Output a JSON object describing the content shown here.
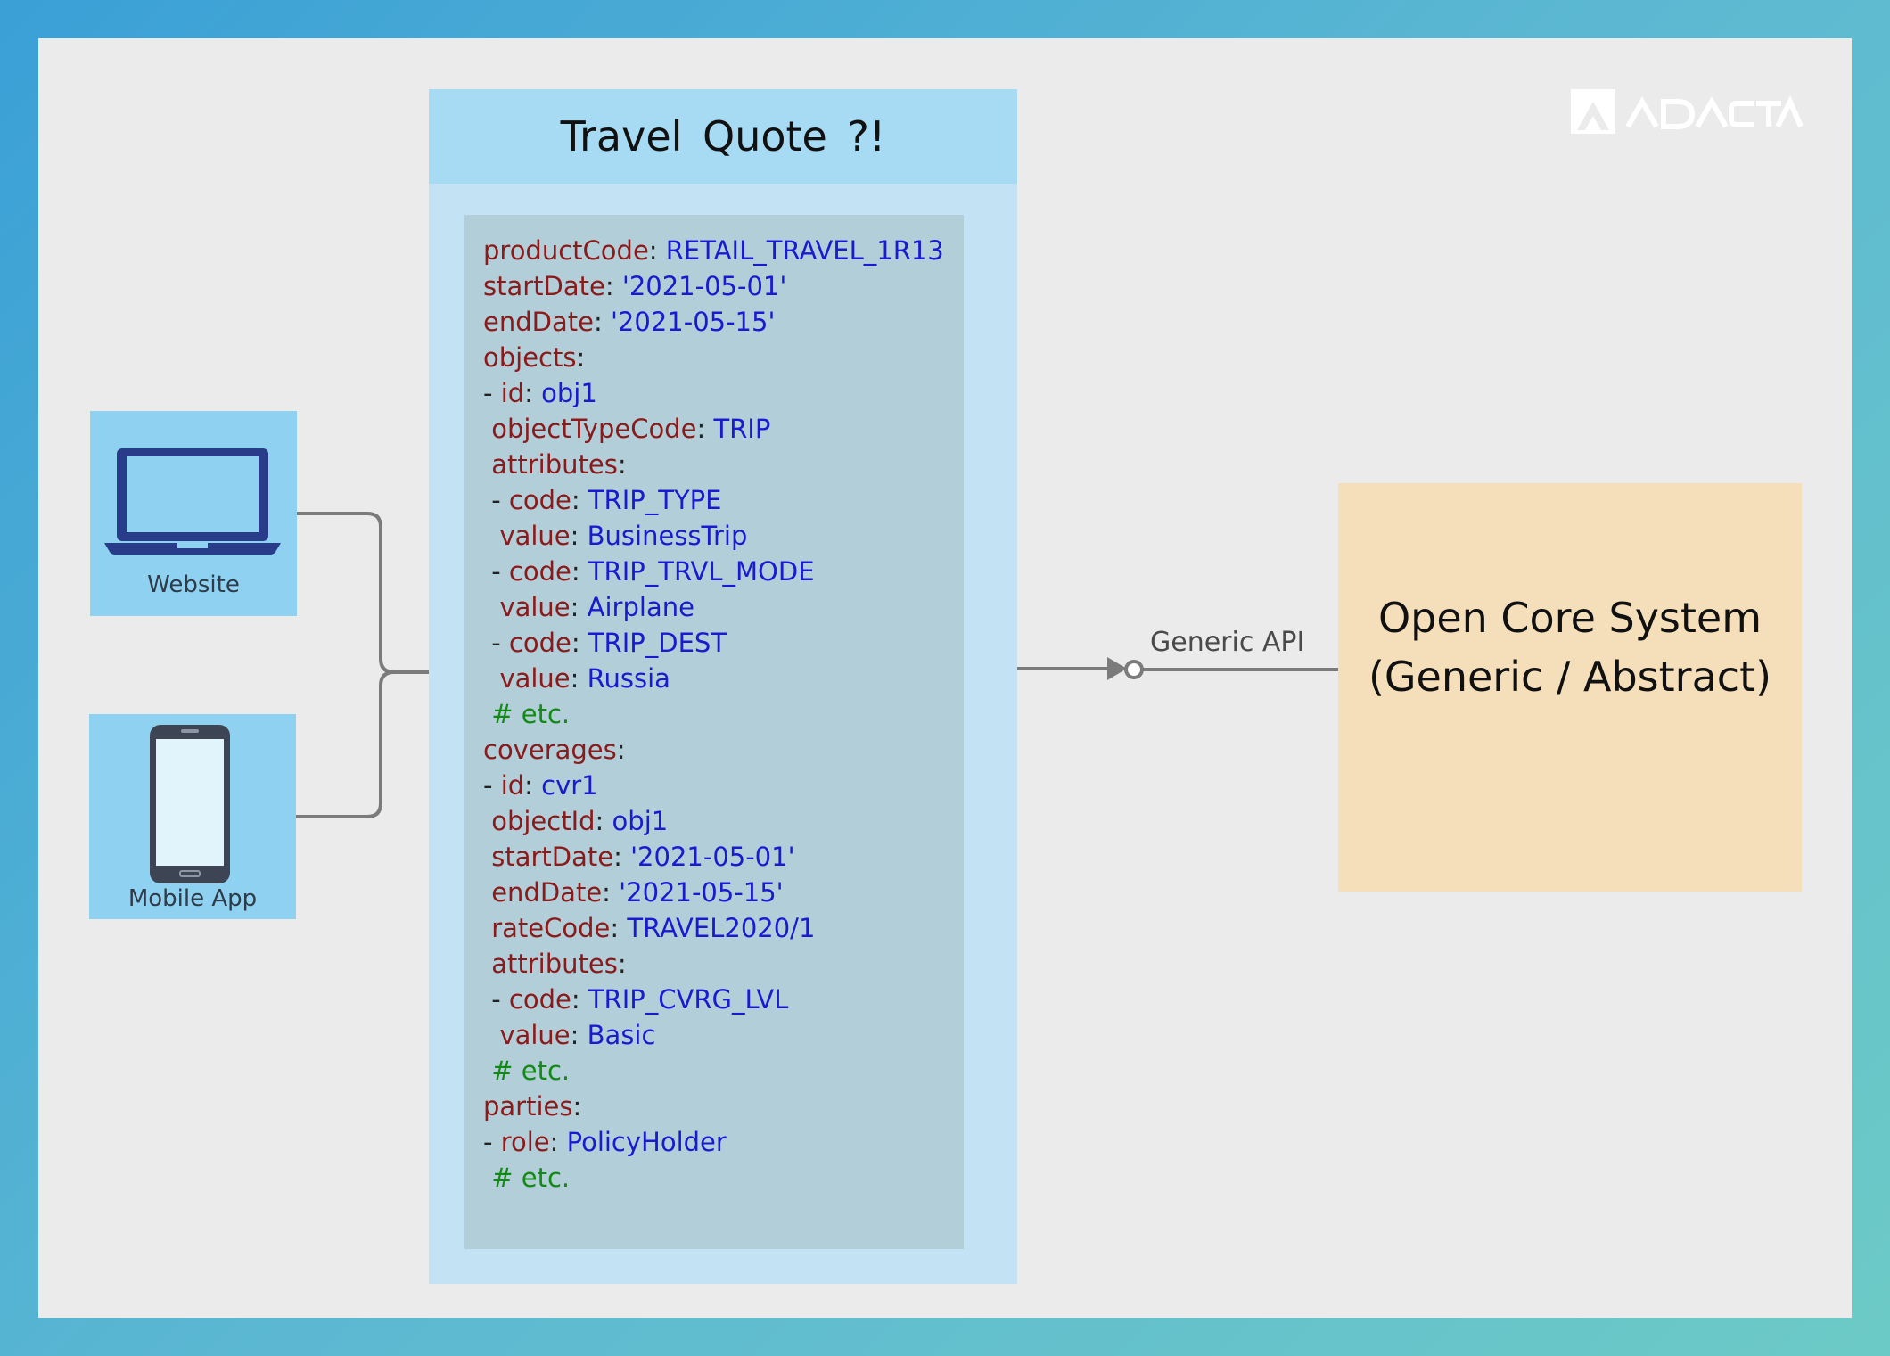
{
  "quote": {
    "title": "Travel Quote ?!",
    "lines": [
      {
        "indent": 0,
        "dash": false,
        "key": "productCode",
        "value": "RETAIL_TRAVEL_1R13"
      },
      {
        "indent": 0,
        "dash": false,
        "key": "startDate",
        "value": "'2021-05-01'"
      },
      {
        "indent": 0,
        "dash": false,
        "key": "endDate",
        "value": "'2021-05-15'"
      },
      {
        "indent": 0,
        "dash": false,
        "key": "objects",
        "value": ""
      },
      {
        "indent": 0,
        "dash": true,
        "key": "id",
        "value": "obj1"
      },
      {
        "indent": 1,
        "dash": false,
        "key": "objectTypeCode",
        "value": "TRIP"
      },
      {
        "indent": 1,
        "dash": false,
        "key": "attributes",
        "value": ""
      },
      {
        "indent": 1,
        "dash": true,
        "key": "code",
        "value": "TRIP_TYPE"
      },
      {
        "indent": 2,
        "dash": false,
        "key": "value",
        "value": "BusinessTrip"
      },
      {
        "indent": 1,
        "dash": true,
        "key": "code",
        "value": "TRIP_TRVL_MODE"
      },
      {
        "indent": 2,
        "dash": false,
        "key": "value",
        "value": "Airplane"
      },
      {
        "indent": 1,
        "dash": true,
        "key": "code",
        "value": "TRIP_DEST"
      },
      {
        "indent": 2,
        "dash": false,
        "key": "value",
        "value": "Russia"
      },
      {
        "indent": 1,
        "comment": "# etc."
      },
      {
        "indent": 0,
        "dash": false,
        "key": "coverages",
        "value": ""
      },
      {
        "indent": 0,
        "dash": true,
        "key": "id",
        "value": "cvr1"
      },
      {
        "indent": 1,
        "dash": false,
        "key": "objectId",
        "value": "obj1"
      },
      {
        "indent": 1,
        "dash": false,
        "key": "startDate",
        "value": "'2021-05-01'"
      },
      {
        "indent": 1,
        "dash": false,
        "key": "endDate",
        "value": "'2021-05-15'"
      },
      {
        "indent": 1,
        "dash": false,
        "key": "rateCode",
        "value": "TRAVEL2020/1"
      },
      {
        "indent": 1,
        "dash": false,
        "key": "attributes",
        "value": ""
      },
      {
        "indent": 1,
        "dash": true,
        "key": "code",
        "value": "TRIP_CVRG_LVL"
      },
      {
        "indent": 2,
        "dash": false,
        "key": "value",
        "value": "Basic"
      },
      {
        "indent": 1,
        "comment": "# etc."
      },
      {
        "indent": 0,
        "dash": false,
        "key": "parties",
        "value": ""
      },
      {
        "indent": 0,
        "dash": true,
        "key": "role",
        "value": "PolicyHolder"
      },
      {
        "indent": 1,
        "comment": "# etc."
      }
    ]
  },
  "clients": {
    "website": {
      "label": "Website",
      "icon": "laptop-icon"
    },
    "mobile": {
      "label": "Mobile App",
      "icon": "smartphone-icon"
    }
  },
  "api": {
    "label": "Generic API"
  },
  "core": {
    "line1": "Open Core System",
    "line2": "(Generic / Abstract)"
  },
  "brand": {
    "name": "ADACTA",
    "icon": "adacta-logo"
  },
  "colors": {
    "key": "#8b1a1a",
    "value": "#1a1ad0",
    "comment": "#138a13",
    "panel": "#c3e2f3",
    "header": "#a7dbf3",
    "code_bg": "#b1ced9",
    "device_bg": "#8fd1f1",
    "core_bg": "#f5dfba",
    "connector": "#7b7b7b"
  }
}
